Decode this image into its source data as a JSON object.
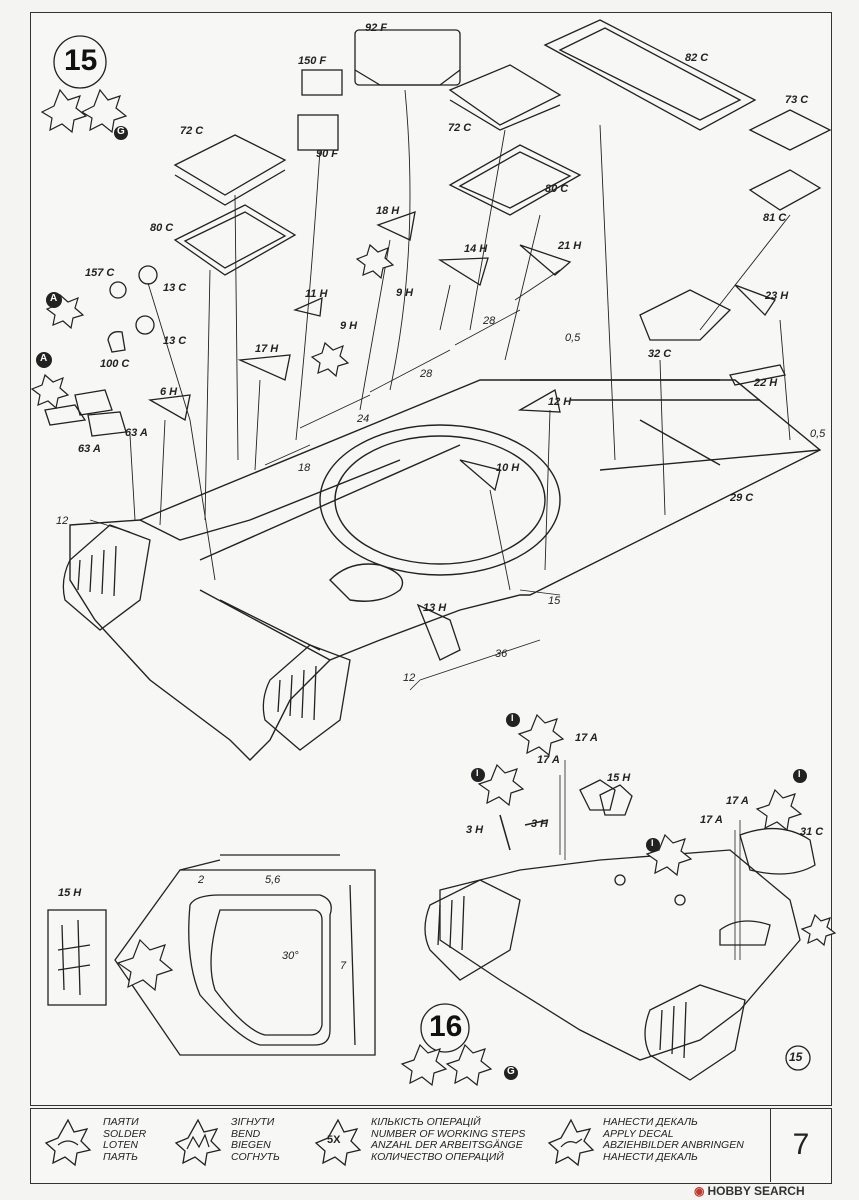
{
  "steps": {
    "step15": "15",
    "step16": "16",
    "step15_ref": "15",
    "g_badge": "G",
    "g_badge2": "G"
  },
  "parts": {
    "p92F": "92 F",
    "p150F": "150 F",
    "p90F": "90 F",
    "p82C": "82 C",
    "p72C_a": "72 C",
    "p72C_b": "72 C",
    "p73C": "73 C",
    "p80C_a": "80 C",
    "p80C_b": "80 C",
    "p81C": "81 C",
    "p18H": "18 H",
    "p157C": "157 C",
    "p13C_a": "13 C",
    "p13C_b": "13 C",
    "p11H": "11 H",
    "p9H_a": "9 H",
    "p9H_b": "9 H",
    "p14H": "14 H",
    "p21H": "21 H",
    "p23H": "23 H",
    "p100C": "100 C",
    "p17H": "17 H",
    "p6H": "6 H",
    "p63A_a": "63 A",
    "p63A_b": "63 A",
    "p32C": "32 C",
    "p22H": "22 H",
    "p12H": "12 H",
    "p10H": "10 H",
    "p29C": "29 C",
    "p13H": "13 H",
    "p17A_1": "17 A",
    "p17A_2": "17 A",
    "p17A_3": "17 A",
    "p17A_4": "17 A",
    "p15H": "15 H",
    "p3H_a": "3 H",
    "p3H_b": "3 H",
    "p31C": "31 C",
    "p15H_detail": "15 H"
  },
  "dimensions": {
    "d28_a": "28",
    "d28_b": "28",
    "d0_5_a": "0,5",
    "d24": "24",
    "d18": "18",
    "d0_5_b": "0,5",
    "d12_a": "12",
    "d15": "15",
    "d36": "36",
    "d12_b": "12",
    "d2": "2",
    "d5_6": "5,6",
    "d7": "7",
    "d30": "30°"
  },
  "markers": {
    "mA1": "A",
    "mA2": "A",
    "i1": "I",
    "i2": "I",
    "i3": "I",
    "i4": "I"
  },
  "legend": {
    "solder": [
      "ПАЯТИ",
      "SOLDER",
      "LOTEN",
      "ПАЯТЬ"
    ],
    "bend": [
      "ЗІГНУТИ",
      "BEND",
      "BIEGEN",
      "СОГНУТЬ"
    ],
    "steps": [
      "КІЛЬКІСТЬ ОПЕРАЦІЙ",
      "NUMBER OF WORKING STEPS",
      "ANZAHL DER ARBEITSGÄNGE",
      "КОЛИЧЕСТВО ОПЕРАЦИЙ"
    ],
    "decal": [
      "НАНЕСТИ ДЕКАЛЬ",
      "APPLY DECAL",
      "ABZIEHBILDER ANBRINGEN",
      "НАНЕСТИ ДЕКАЛЬ"
    ],
    "steps_icon": "5X"
  },
  "page_number": "7",
  "watermark": {
    "logo": "HOBBY",
    "text": "HOBBY SEARCH"
  },
  "colors": {
    "line": "#222222",
    "paper": "#f7f7f5",
    "watermark": "#c0392b"
  }
}
